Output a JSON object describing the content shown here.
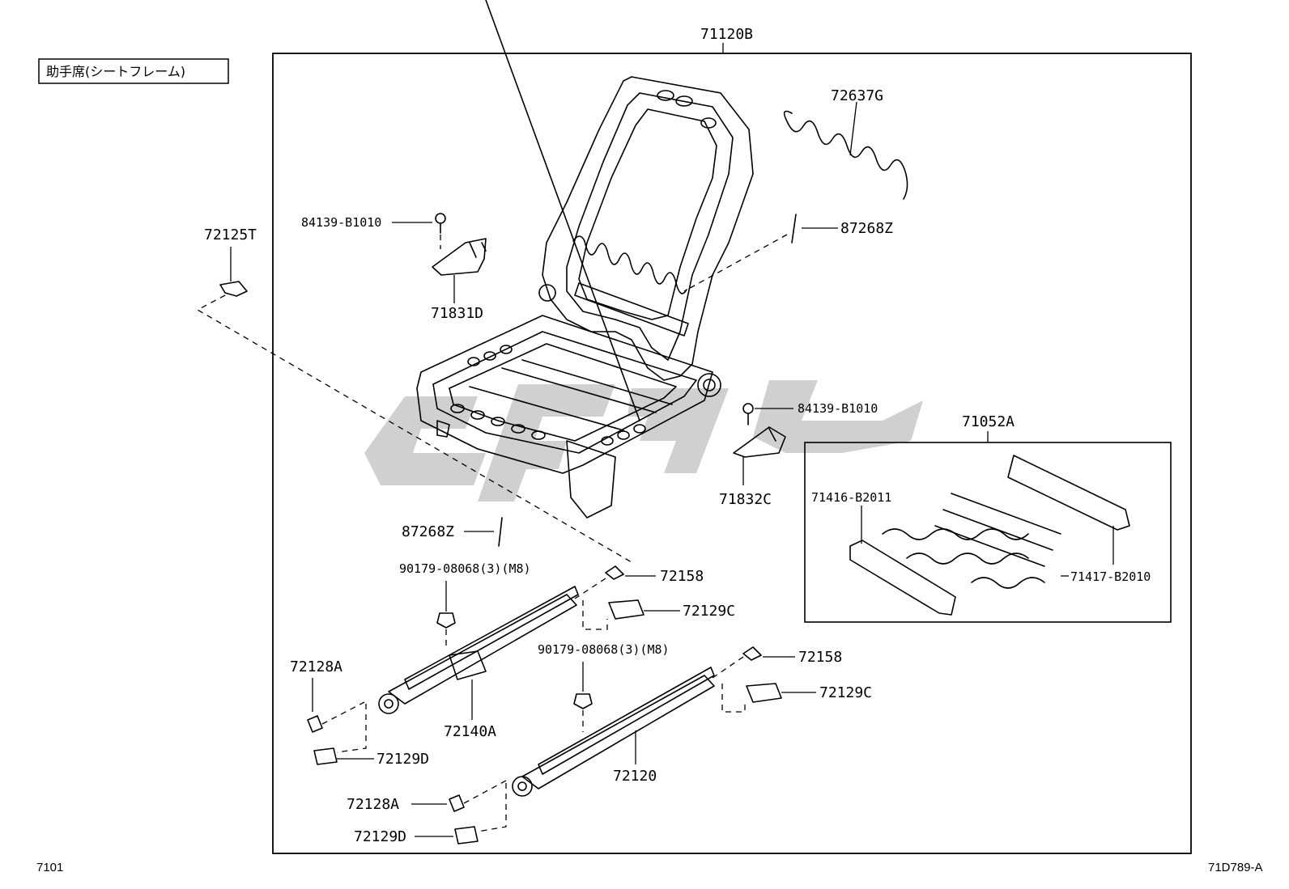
{
  "header": {
    "seat_label": "助手席(シートフレーム)",
    "main_assembly": "71120B"
  },
  "footer": {
    "page_code": "7101",
    "figure_code": "71D789-A"
  },
  "parts": {
    "p72125T": "72125T",
    "p84139_top": "84139-B1010",
    "p71831D": "71831D",
    "p72637G": "72637G",
    "p87268Z_top": "87268Z",
    "p84139_mid": "84139-B1010",
    "p71832C": "71832C",
    "p87268Z_bottom": "87268Z",
    "p90179_left": "90179-08068(3)(M8)",
    "p72158_top": "72158",
    "p72129C_top": "72129C",
    "p72128A_left": "72128A",
    "p72140A": "72140A",
    "p72129D_left": "72129D",
    "p90179_right": "90179-08068(3)(M8)",
    "p72158_bottom": "72158",
    "p72129C_bottom": "72129C",
    "p72120": "72120",
    "p72128A_bottom": "72128A",
    "p72129D_bottom": "72129D"
  },
  "subassembly": {
    "title": "71052A",
    "left_part": "71416-B2011",
    "right_part": "71417-B2010"
  }
}
